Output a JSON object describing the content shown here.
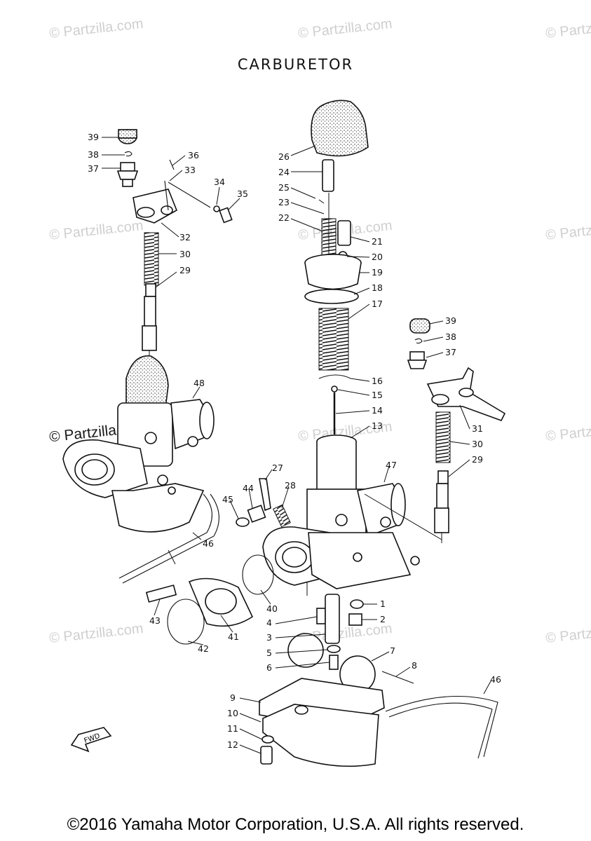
{
  "title": "CARBURETOR",
  "copyright": "©2016 Yamaha Motor Corporation, U.S.A. All rights reserved.",
  "watermark": "© Partzilla.com",
  "watermark_dark": "© Partzilla.com",
  "fwd_label": "FWD",
  "part_numbers": {
    "p1": "1",
    "p2": "2",
    "p3": "3",
    "p4": "4",
    "p5": "5",
    "p6": "6",
    "p7": "7",
    "p8": "8",
    "p9": "9",
    "p10": "10",
    "p11": "11",
    "p12": "12",
    "p13": "13",
    "p14": "14",
    "p15": "15",
    "p16": "16",
    "p17": "17",
    "p18": "18",
    "p19": "19",
    "p20": "20",
    "p21": "21",
    "p22": "22",
    "p23": "23",
    "p24": "24",
    "p25": "25",
    "p26": "26",
    "p27": "27",
    "p28": "28",
    "p29a": "29",
    "p29b": "29",
    "p30a": "30",
    "p30b": "30",
    "p31": "31",
    "p32": "32",
    "p33": "33",
    "p34": "34",
    "p35": "35",
    "p36": "36",
    "p37a": "37",
    "p37b": "37",
    "p38a": "38",
    "p38b": "38",
    "p39a": "39",
    "p39b": "39",
    "p40": "40",
    "p41": "41",
    "p42": "42",
    "p43": "43",
    "p44": "44",
    "p45": "45",
    "p46a": "46",
    "p46b": "46",
    "p47": "47",
    "p48": "48"
  }
}
